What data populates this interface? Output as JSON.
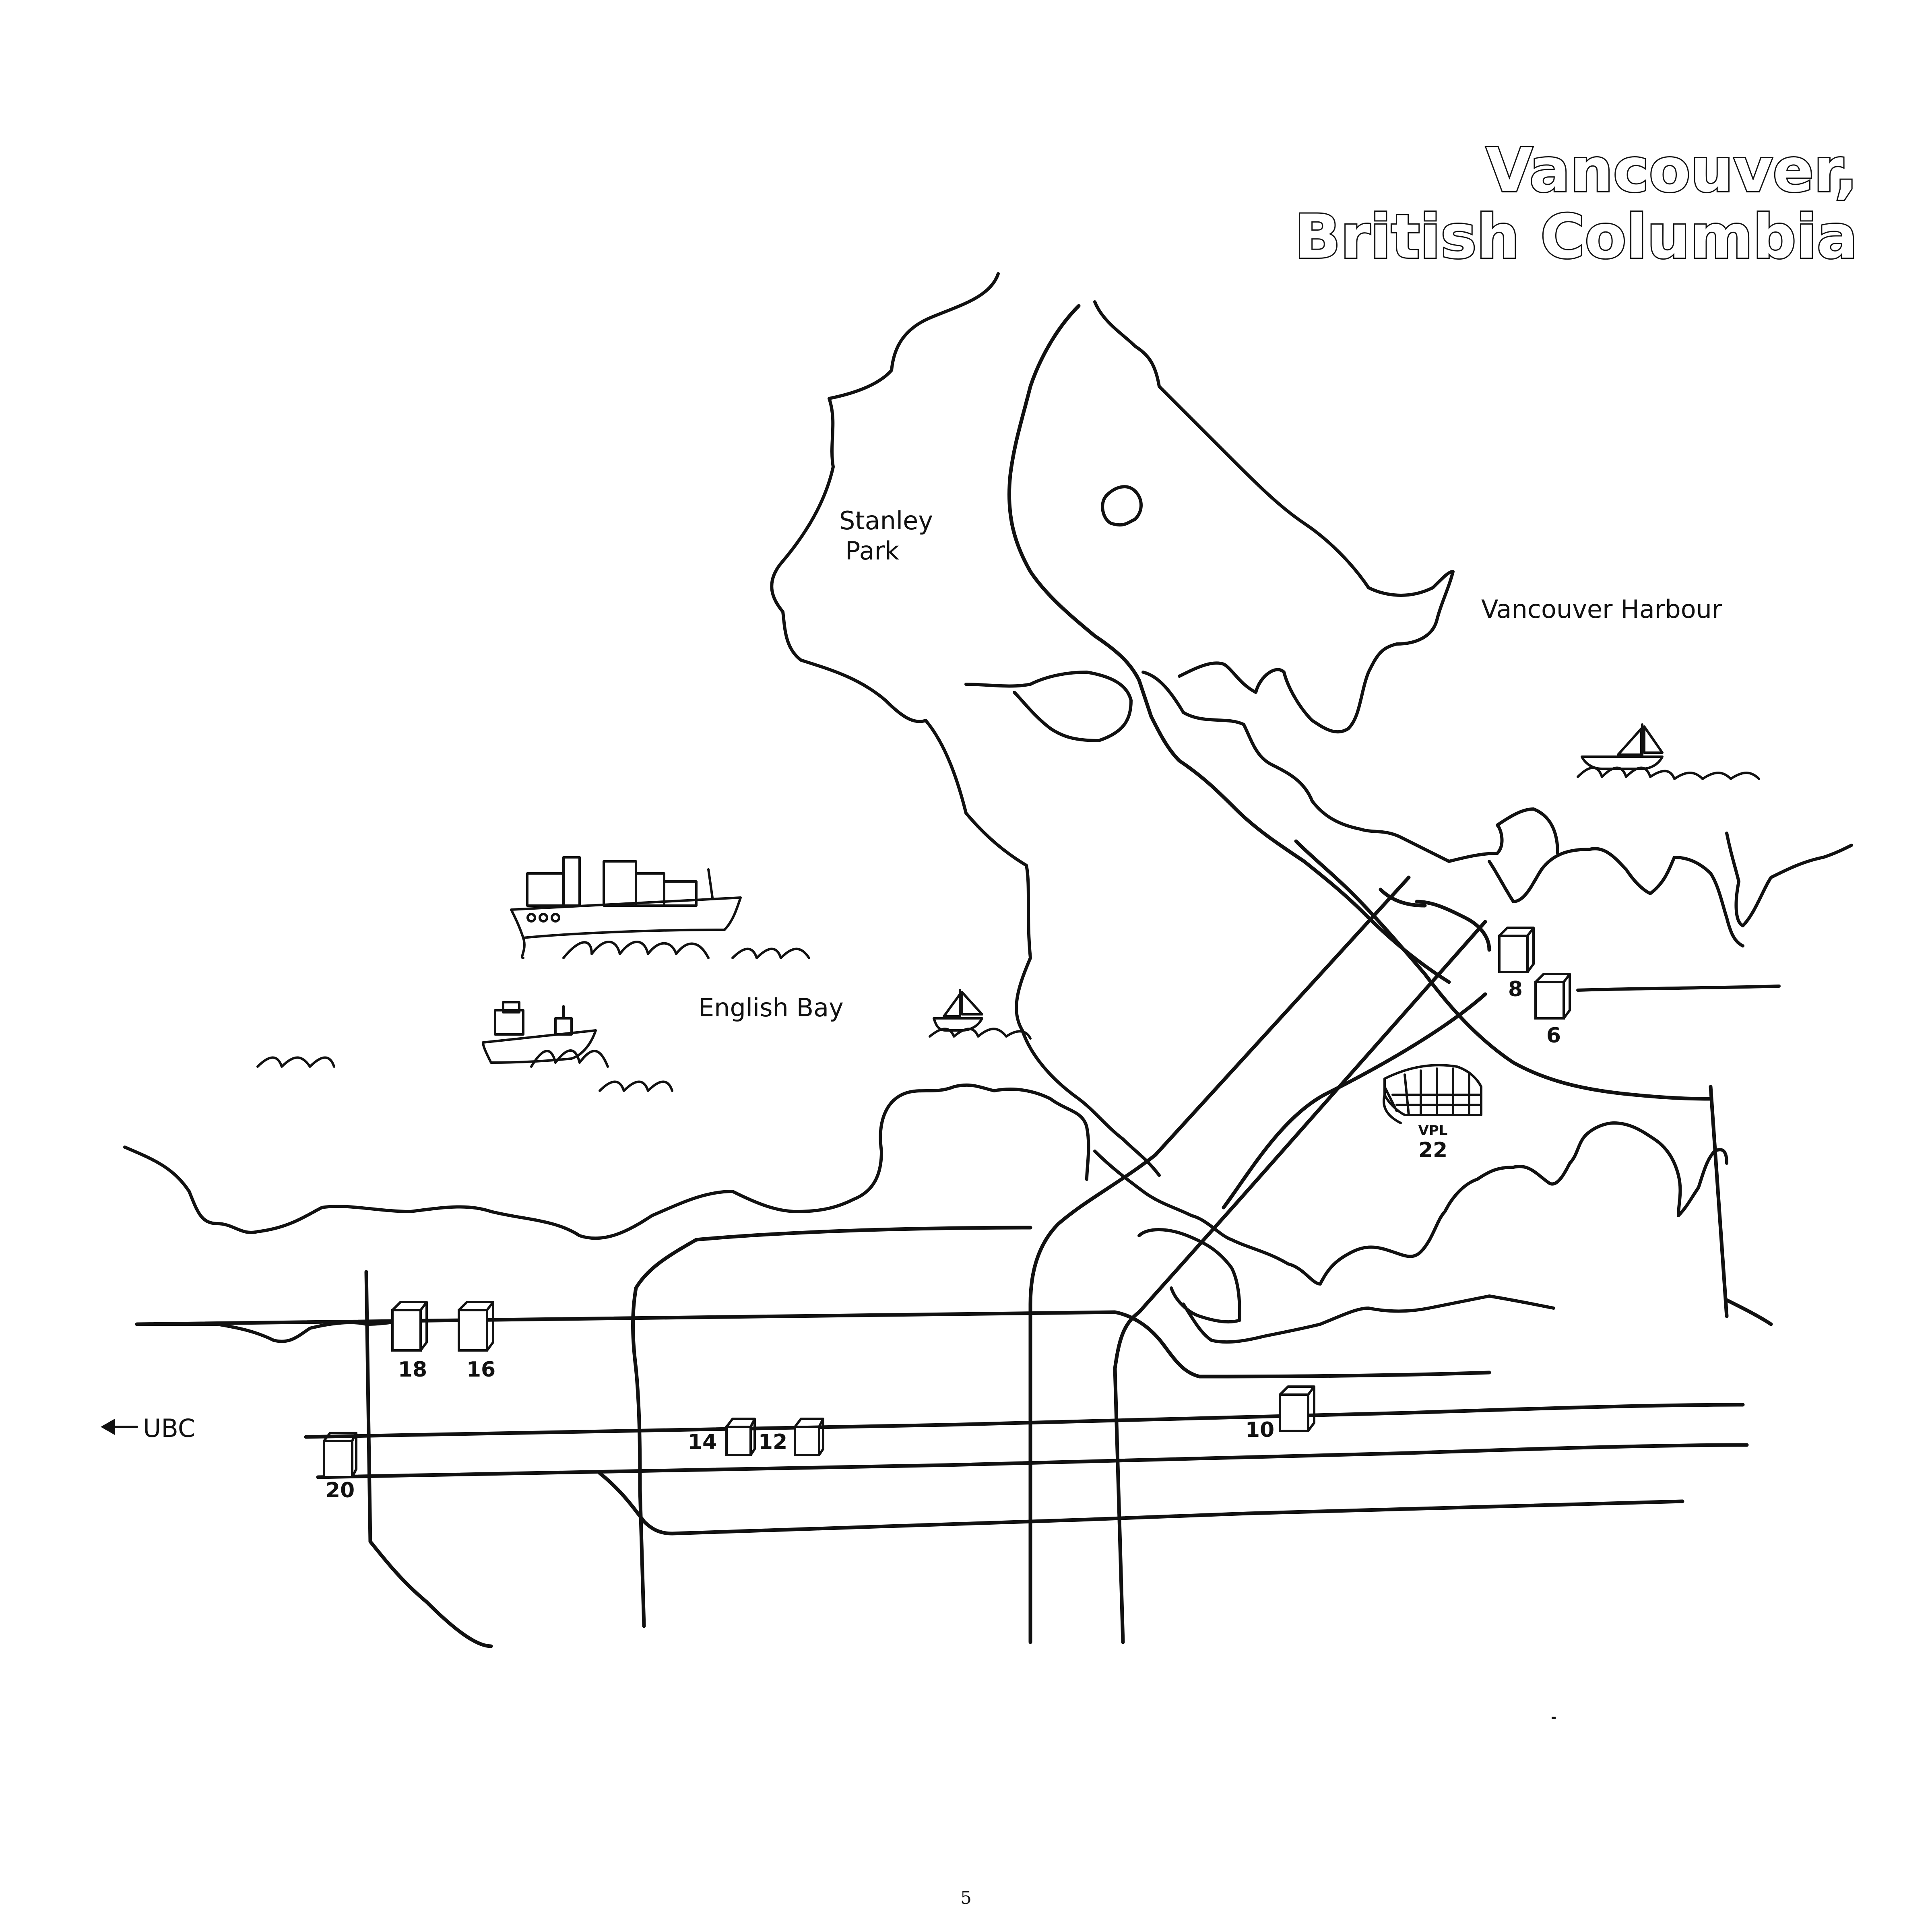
{
  "title": {
    "line1": "Vancouver,",
    "line2": "British Columbia"
  },
  "places": {
    "stanley_park_line1": "Stanley",
    "stanley_park_line2": "Park",
    "harbour": "Vancouver Harbour",
    "bay": "English Bay",
    "ubc": "UBC"
  },
  "markers": [
    {
      "id": "6",
      "label": "6"
    },
    {
      "id": "8",
      "label": "8"
    },
    {
      "id": "10",
      "label": "10"
    },
    {
      "id": "12",
      "label": "12"
    },
    {
      "id": "14",
      "label": "14"
    },
    {
      "id": "16",
      "label": "16"
    },
    {
      "id": "18",
      "label": "18"
    },
    {
      "id": "20",
      "label": "20"
    },
    {
      "id": "22",
      "label": "22",
      "sublabel": "VPL"
    }
  ],
  "icons": {
    "ubc_arrow": "left-arrow-icon",
    "buildings": "building-icon",
    "boats": "sailboat-icon",
    "ships": "ship-icon"
  },
  "page_number": "5"
}
